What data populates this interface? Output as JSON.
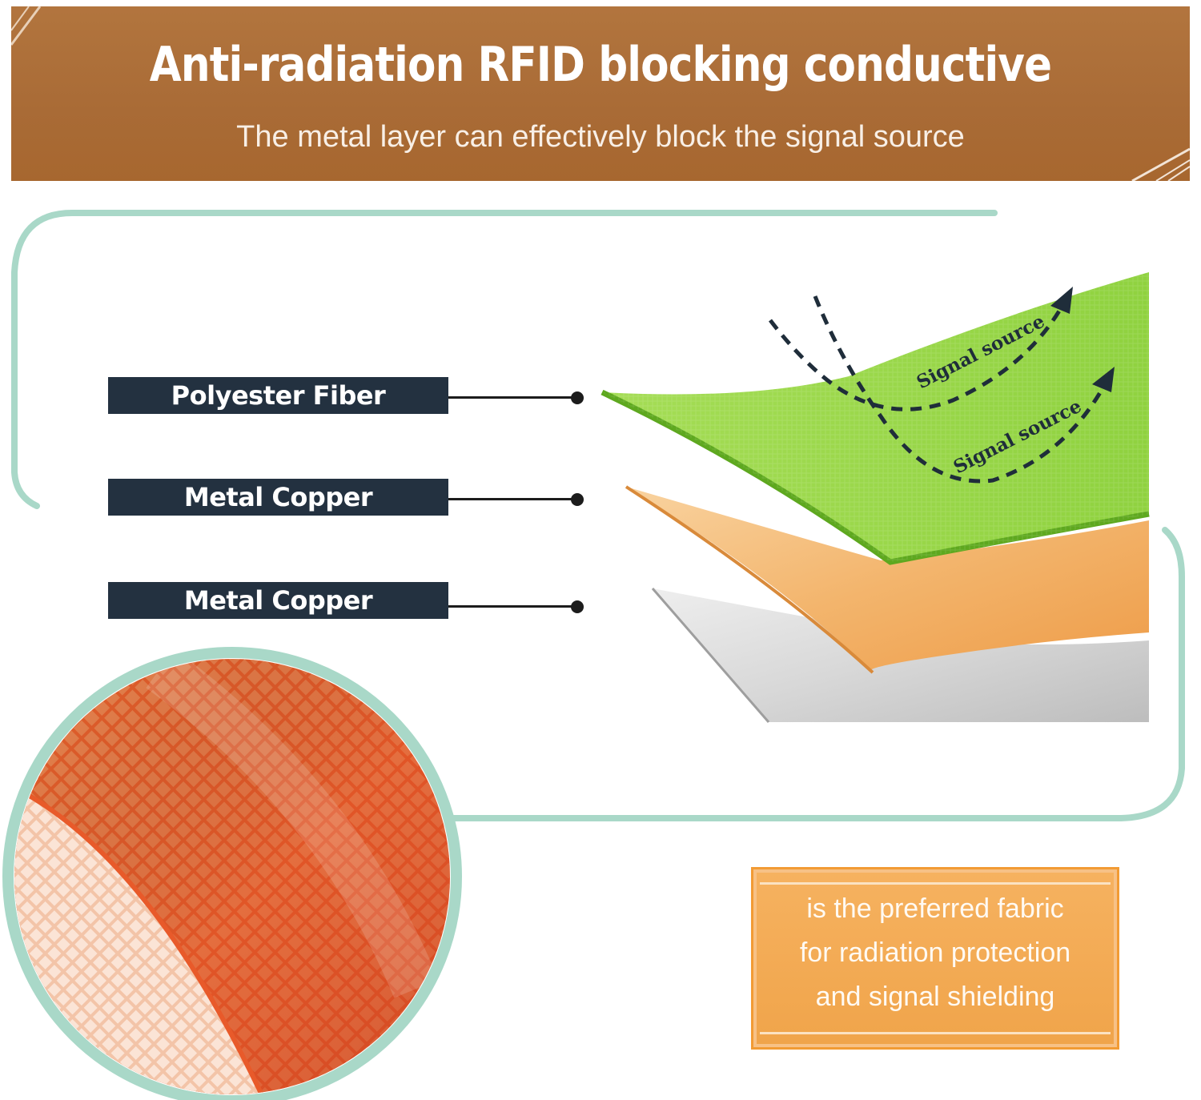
{
  "banner": {
    "title": "Anti-radiation RFID blocking conductive",
    "subtitle": "The metal layer can effectively block the signal source"
  },
  "layer_labels": [
    {
      "label": "Polyester Fiber"
    },
    {
      "label": "Metal Copper"
    },
    {
      "label": "Metal Copper"
    }
  ],
  "diagram": {
    "signal_label_1": "Signal source",
    "signal_label_2": "Signal source"
  },
  "note": {
    "lines": [
      "is the preferred fabric",
      "for radiation protection",
      "and signal shielding"
    ]
  },
  "colors": {
    "banner": "#a96b36",
    "frame": "#a9d8c8",
    "label_bg": "#233140",
    "green_layer": "#8fd23f",
    "copper_layer": "#f0b46a",
    "silver_layer": "#d4d4d4",
    "note_bg": "#f0a44a",
    "swatch": "#f06a35"
  }
}
